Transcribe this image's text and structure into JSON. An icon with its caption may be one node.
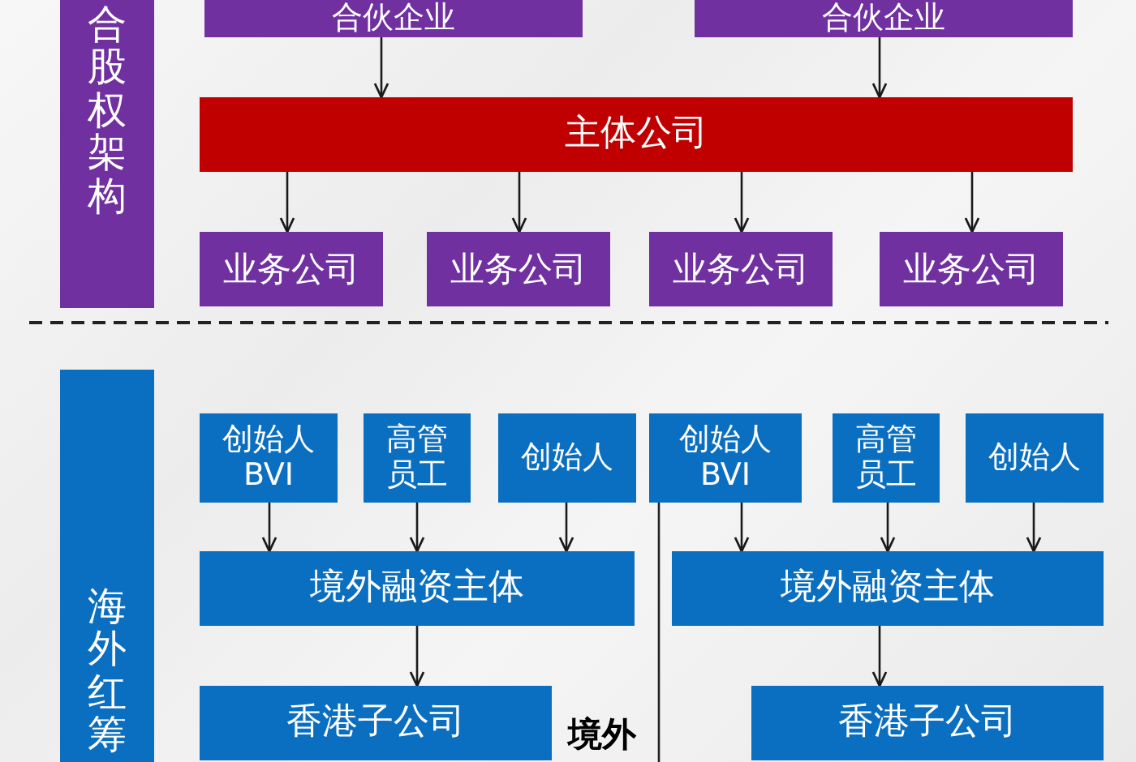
{
  "diagram": {
    "nodes": [
      {
        "text": [
          "合股权架构"
        ]
      },
      {
        "text": [
          "合伙企业"
        ]
      },
      {
        "text": [
          "合伙企业"
        ]
      },
      {
        "text": [
          "主体公司"
        ]
      },
      {
        "text": [
          "业务公司"
        ]
      },
      {
        "text": [
          "业务公司"
        ]
      },
      {
        "text": [
          "业务公司"
        ]
      },
      {
        "text": [
          "业务公司"
        ]
      },
      {
        "text": [
          "海外红筹"
        ]
      },
      {
        "text": [
          "创始人 BVI"
        ]
      },
      {
        "text": [
          "高管员工"
        ]
      },
      {
        "text": [
          "创始人"
        ]
      },
      {
        "text": [
          "创始人 BVI"
        ]
      },
      {
        "text": [
          "高管员工"
        ]
      },
      {
        "text": [
          "创始人"
        ]
      },
      {
        "text": [
          "境外融资主体"
        ]
      },
      {
        "text": [
          "境外融资主体"
        ]
      },
      {
        "text": [
          "香港子公司"
        ]
      },
      {
        "text": [
          "香港子公司"
        ]
      }
    ],
    "edges": [
      {
        "from": 1,
        "to": 3,
        "arrow": "to"
      },
      {
        "from": 2,
        "to": 3,
        "arrow": "to"
      },
      {
        "from": 3,
        "to": 4,
        "arrow": "to"
      },
      {
        "from": 3,
        "to": 5,
        "arrow": "to"
      },
      {
        "from": 3,
        "to": 6,
        "arrow": "to"
      },
      {
        "from": 3,
        "to": 7,
        "arrow": "to"
      },
      {
        "from": 9,
        "to": 15,
        "arrow": "to"
      },
      {
        "from": 10,
        "to": 15,
        "arrow": "to"
      },
      {
        "from": 11,
        "to": 15,
        "arrow": "to"
      },
      {
        "from": 12,
        "to": 16,
        "arrow": "to"
      },
      {
        "from": 13,
        "to": 16,
        "arrow": "to"
      },
      {
        "from": 14,
        "to": 16,
        "arrow": "to"
      },
      {
        "from": 15,
        "to": 17,
        "arrow": "to"
      },
      {
        "from": 16,
        "to": 18,
        "arrow": "to"
      }
    ],
    "labels": [
      "境外"
    ]
  }
}
